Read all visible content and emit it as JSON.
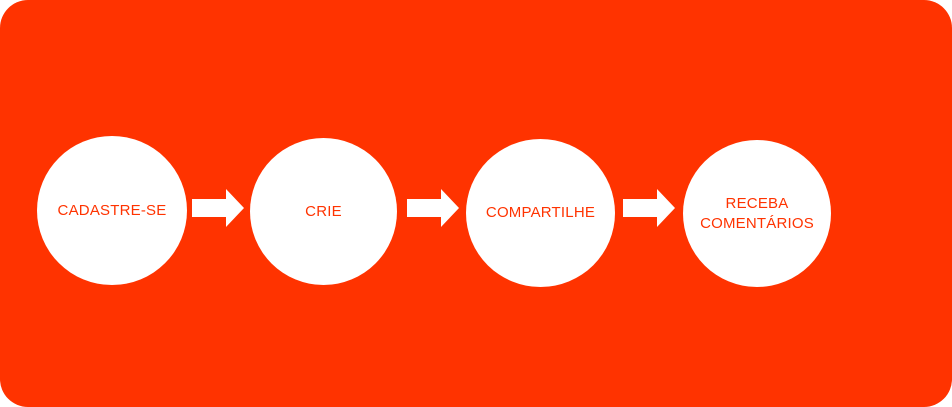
{
  "colors": {
    "background": "#ff3300",
    "circle_fill": "#ffffff",
    "text": "#ff3300",
    "arrow": "#ffffff"
  },
  "steps": [
    {
      "label": "CADASTRE-SE"
    },
    {
      "label": "CRIE"
    },
    {
      "label": "COMPARTILHE"
    },
    {
      "label_line1": "RECEBA",
      "label_line2": "COMENTÁRIOS"
    }
  ],
  "connectors": [
    {
      "icon": "right-arrow-icon"
    },
    {
      "icon": "right-arrow-icon"
    },
    {
      "icon": "right-arrow-icon"
    }
  ]
}
